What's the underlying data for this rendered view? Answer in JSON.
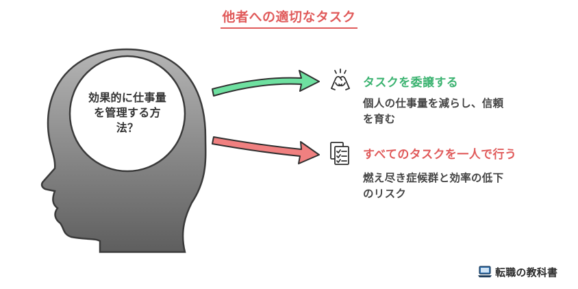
{
  "title": "他者への適切なタスク",
  "central": {
    "line1": "効果的に仕事量",
    "line2": "を管理する方",
    "line3": "法？"
  },
  "options": [
    {
      "title": "タスクを委譲する",
      "desc_line1": "個人の仕事量を減らし、信頼",
      "desc_line2": "を育む",
      "color": "#3cb371",
      "arrow_color": "#6ee0a0",
      "icon": "handshake-icon"
    },
    {
      "title": "すべてのタスクを一人で行う",
      "desc_line1": "燃え尽き症候群と効率の低下",
      "desc_line2": "のリスク",
      "color": "#e05a5a",
      "arrow_color": "#f08080",
      "icon": "checklist-icon"
    }
  ],
  "brand": {
    "name": "転職の教科書",
    "icon": "laptop-icon"
  }
}
